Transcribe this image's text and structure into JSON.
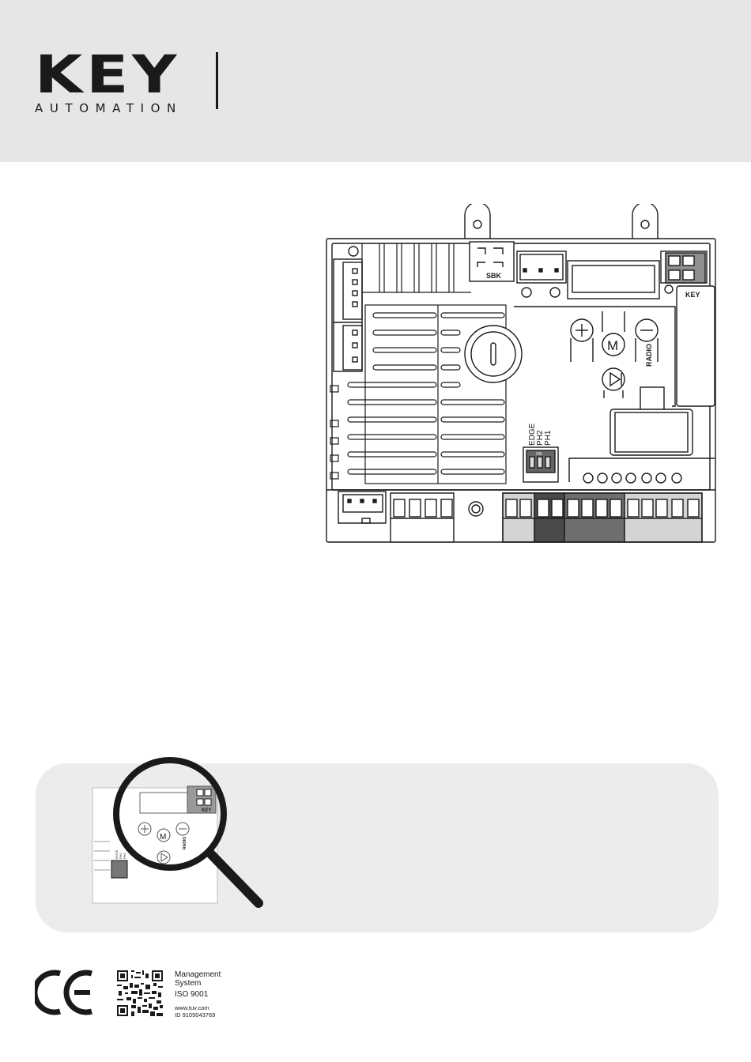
{
  "brand": {
    "logo_text": "KEY",
    "logo_subtext": "AUTOMATION"
  },
  "board": {
    "sbk_label": "SBK",
    "key_label": "KEY",
    "m_label": "M",
    "radio_label": "RADIO",
    "dip_labels": [
      "EDGE",
      "PH2",
      "PH1"
    ],
    "dip_on_label": "ON"
  },
  "zoom": {
    "key_label": "KEY",
    "radio_label": "RADIO",
    "m_label": "M",
    "dip_labels": [
      "EDGE",
      "PH2",
      "PH1"
    ]
  },
  "certification": {
    "ce_mark": "CE",
    "lines": [
      "Management",
      "System",
      "ISO 9001"
    ],
    "web": "www.tuv.com",
    "id": "ID  9105043769"
  },
  "colors": {
    "header_bg": "#e6e6e6",
    "panel_bg": "#ececec",
    "ink": "#1a1a1a"
  }
}
